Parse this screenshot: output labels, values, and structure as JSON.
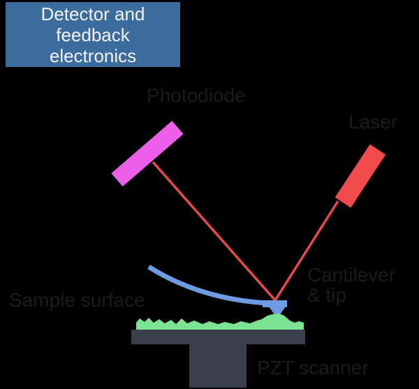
{
  "title_box": {
    "lines": [
      "Detector and",
      "feedback",
      "electronics"
    ]
  },
  "labels": {
    "photodiode": "Photodiode",
    "laser": "Laser",
    "cantilever_line1": "Cantilever",
    "cantilever_line2": "& tip",
    "sample_surface": "Sample surface",
    "pzt_scanner": "PZT scanner"
  },
  "colors": {
    "background": "#000000",
    "detector_box": "#3c6b9e",
    "detector_box_text": "#f2f4f7",
    "label_text": "#1b1b1b",
    "photodiode": "#ec5fe8",
    "laser_body": "#f04a4a",
    "laser_beam": "#e84a4c",
    "cantilever": "#6d9ce3",
    "sample_surface": "#7ce294",
    "scanner_stage": "#3a3f4b"
  }
}
